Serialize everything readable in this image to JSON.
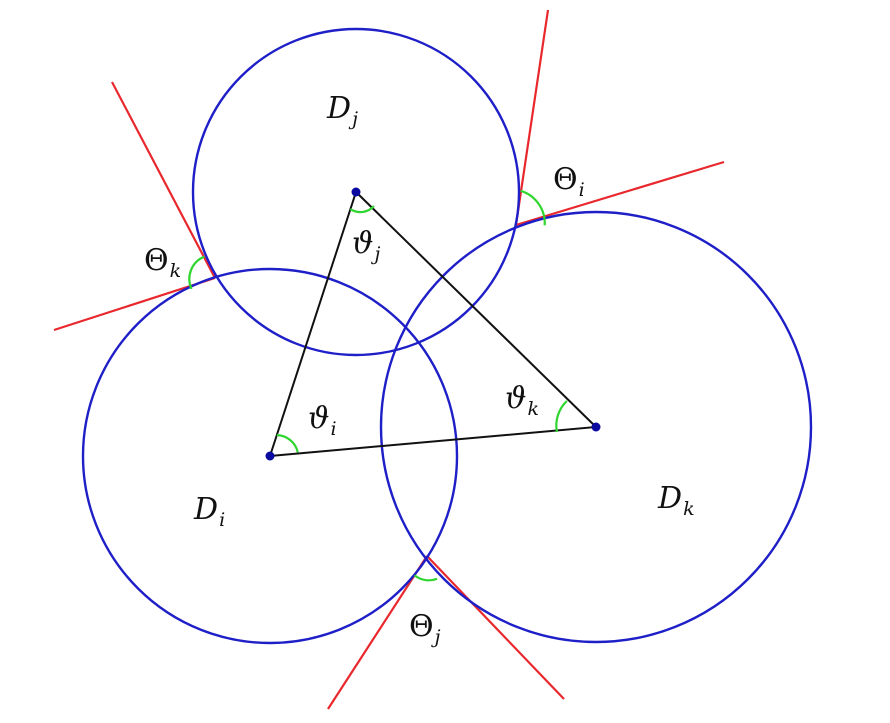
{
  "colors": {
    "circle": "#1f1fc8",
    "tangent": "#e8282d",
    "triangle": "#111111",
    "angle_arc": "#2fd62f",
    "center": "#0a0aa0"
  },
  "labels": {
    "Di": {
      "base": "D",
      "sub": "i"
    },
    "Dj": {
      "base": "D",
      "sub": "j"
    },
    "Dk": {
      "base": "D",
      "sub": "k"
    },
    "vi": {
      "base": "ϑ",
      "sub": "i"
    },
    "vj": {
      "base": "ϑ",
      "sub": "j"
    },
    "vk": {
      "base": "ϑ",
      "sub": "k"
    },
    "Thi": {
      "base": "Θ",
      "sub": "i"
    },
    "Thj": {
      "base": "Θ",
      "sub": "j"
    },
    "Thk": {
      "base": "Θ",
      "sub": "k"
    }
  }
}
